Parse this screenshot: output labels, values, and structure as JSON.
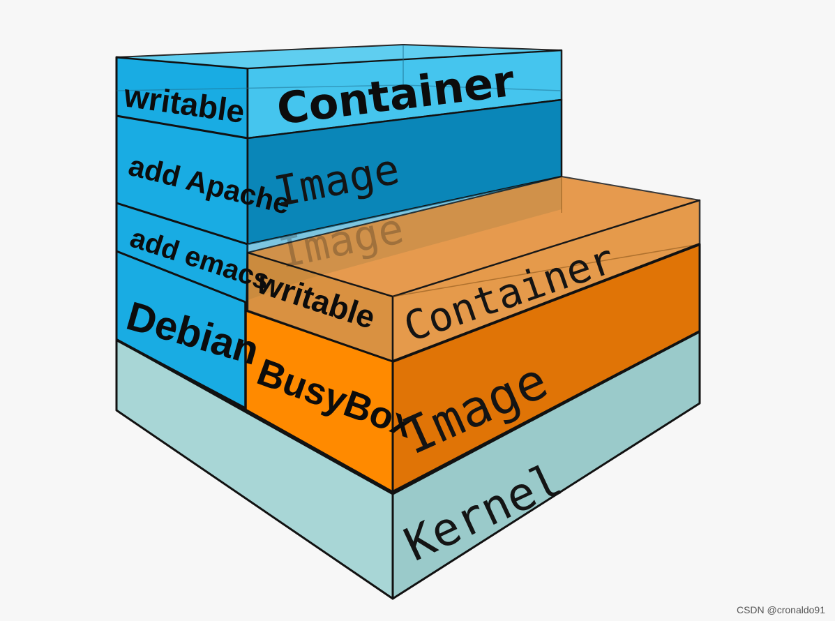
{
  "colors": {
    "blue_light": "#36bde9",
    "blue_dark": "#0e8bbd",
    "orange_light": "#e08a2c",
    "orange_dark": "#e0760a",
    "orange_bright": "#ff8800",
    "kernel_front": "#9fcfcf",
    "kernel_side": "#a8d6d6",
    "outline": "#111111"
  },
  "left_stack": {
    "writable": "writable",
    "container": "Container",
    "add_apache": "add Apache",
    "image_top": "Image",
    "add_emacs": "add emacs",
    "image_hidden": "Image",
    "debian": "Debian"
  },
  "right_stack": {
    "writable": "writable",
    "container": "Container",
    "busybox": "BusyBox",
    "image": "Image"
  },
  "base": {
    "kernel": "Kernel"
  },
  "watermark": "CSDN @cronaldo91"
}
